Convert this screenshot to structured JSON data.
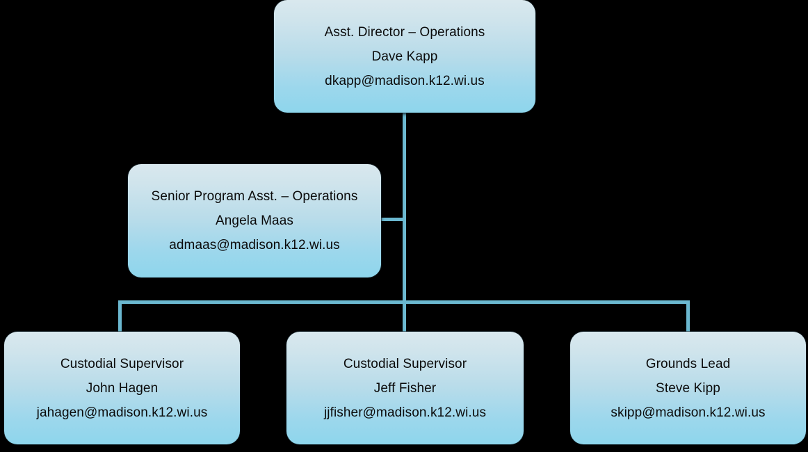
{
  "background_color": "#000000",
  "palette": {
    "box_gradient_top": "#d9e8ee",
    "box_gradient_bottom": "#8ed6ec",
    "connector": "#6bb8d0",
    "text": "#0b0b0b"
  },
  "chart_title": "",
  "org_chart": {
    "type": "hierarchy",
    "nodes": [
      {
        "id": "director",
        "title": "Asst. Director – Operations",
        "name": "Dave Kapp",
        "email": "dkapp@madison.k12.wi.us",
        "level": 1,
        "parent": null
      },
      {
        "id": "senior-asst",
        "title": "Senior Program Asst. – Operations",
        "name": "Angela Maas",
        "email": "admaas@madison.k12.wi.us",
        "level": 2,
        "parent": "director"
      },
      {
        "id": "hagen",
        "title": "Custodial Supervisor",
        "name": "John Hagen",
        "email": "jahagen@madison.k12.wi.us",
        "level": 3,
        "parent": "director"
      },
      {
        "id": "fisher",
        "title": "Custodial Supervisor",
        "name": "Jeff Fisher",
        "email": "jjfisher@madison.k12.wi.us",
        "level": 3,
        "parent": "director"
      },
      {
        "id": "kipp",
        "title": "Grounds Lead",
        "name": "Steve Kipp",
        "email": "skipp@madison.k12.wi.us",
        "level": 3,
        "parent": "director"
      }
    ],
    "connectors": [
      {
        "id": "trunk-main",
        "from": "director",
        "to": "distribution-bar",
        "orientation": "vertical"
      },
      {
        "id": "stub-senior",
        "from": "trunk-main",
        "to": "senior-asst",
        "orientation": "horizontal"
      },
      {
        "id": "bar-bottom",
        "from": "trunk-main",
        "to": "level-3-row",
        "orientation": "horizontal"
      },
      {
        "id": "drop-left",
        "from": "bar-bottom",
        "to": "hagen",
        "orientation": "vertical"
      },
      {
        "id": "drop-center",
        "from": "bar-bottom",
        "to": "fisher",
        "orientation": "vertical"
      },
      {
        "id": "drop-right",
        "from": "bar-bottom",
        "to": "kipp",
        "orientation": "vertical"
      }
    ]
  }
}
